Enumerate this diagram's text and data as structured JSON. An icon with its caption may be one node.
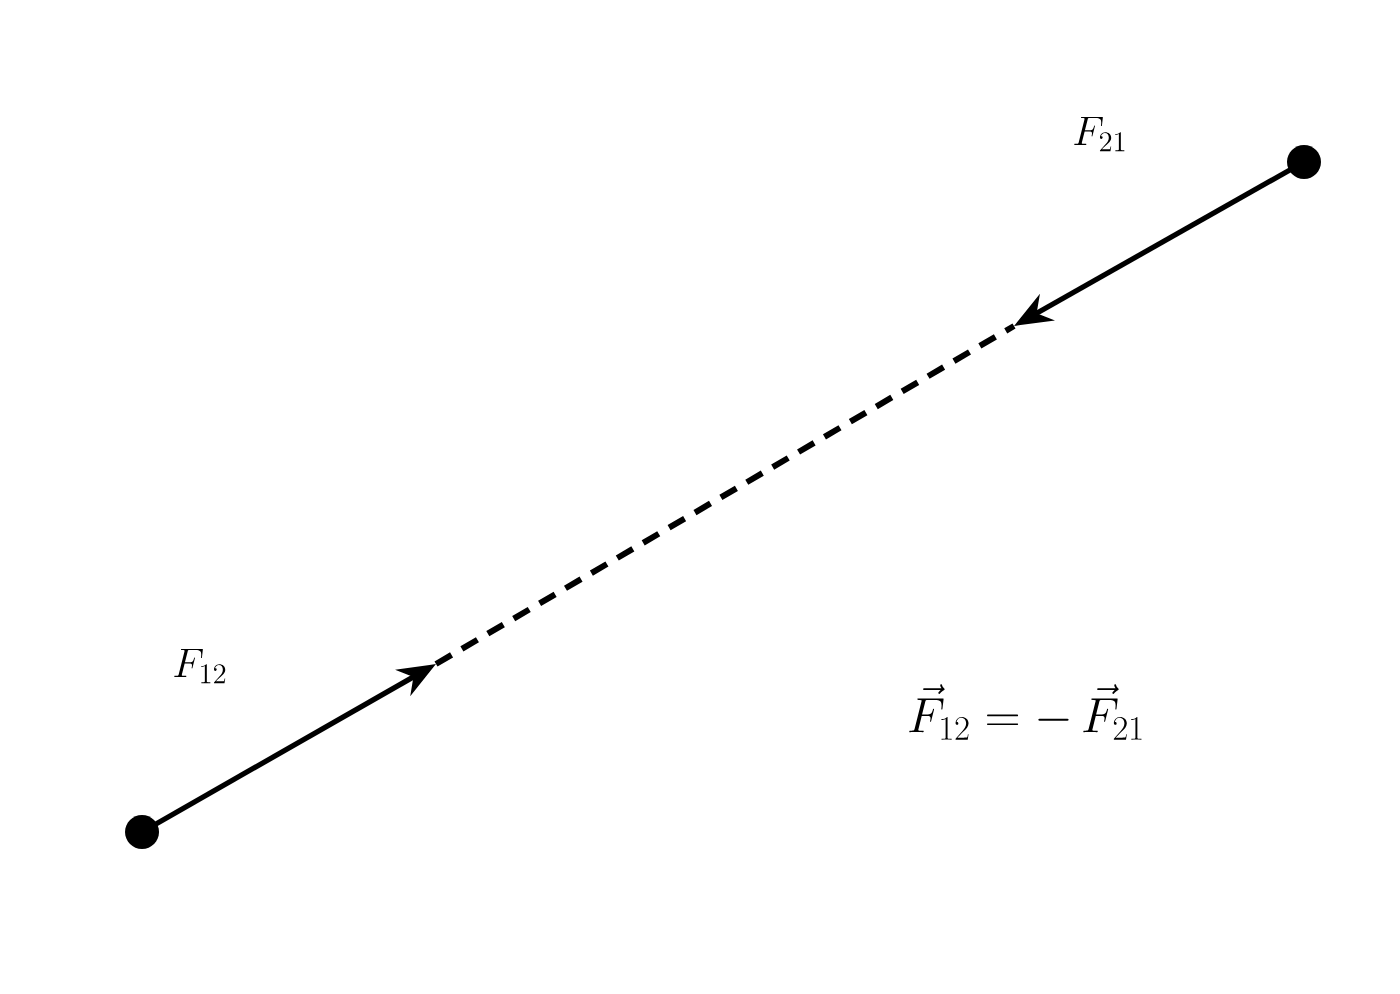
{
  "diagram": {
    "nodes": [
      {
        "text": [],
        "shape": "circle"
      },
      {
        "text": [],
        "shape": "circle"
      }
    ],
    "labels": [
      "F_{12}",
      "F_{21}",
      "\\vec{F}_{12} = -\\,\\vec{F}_{21}"
    ]
  }
}
